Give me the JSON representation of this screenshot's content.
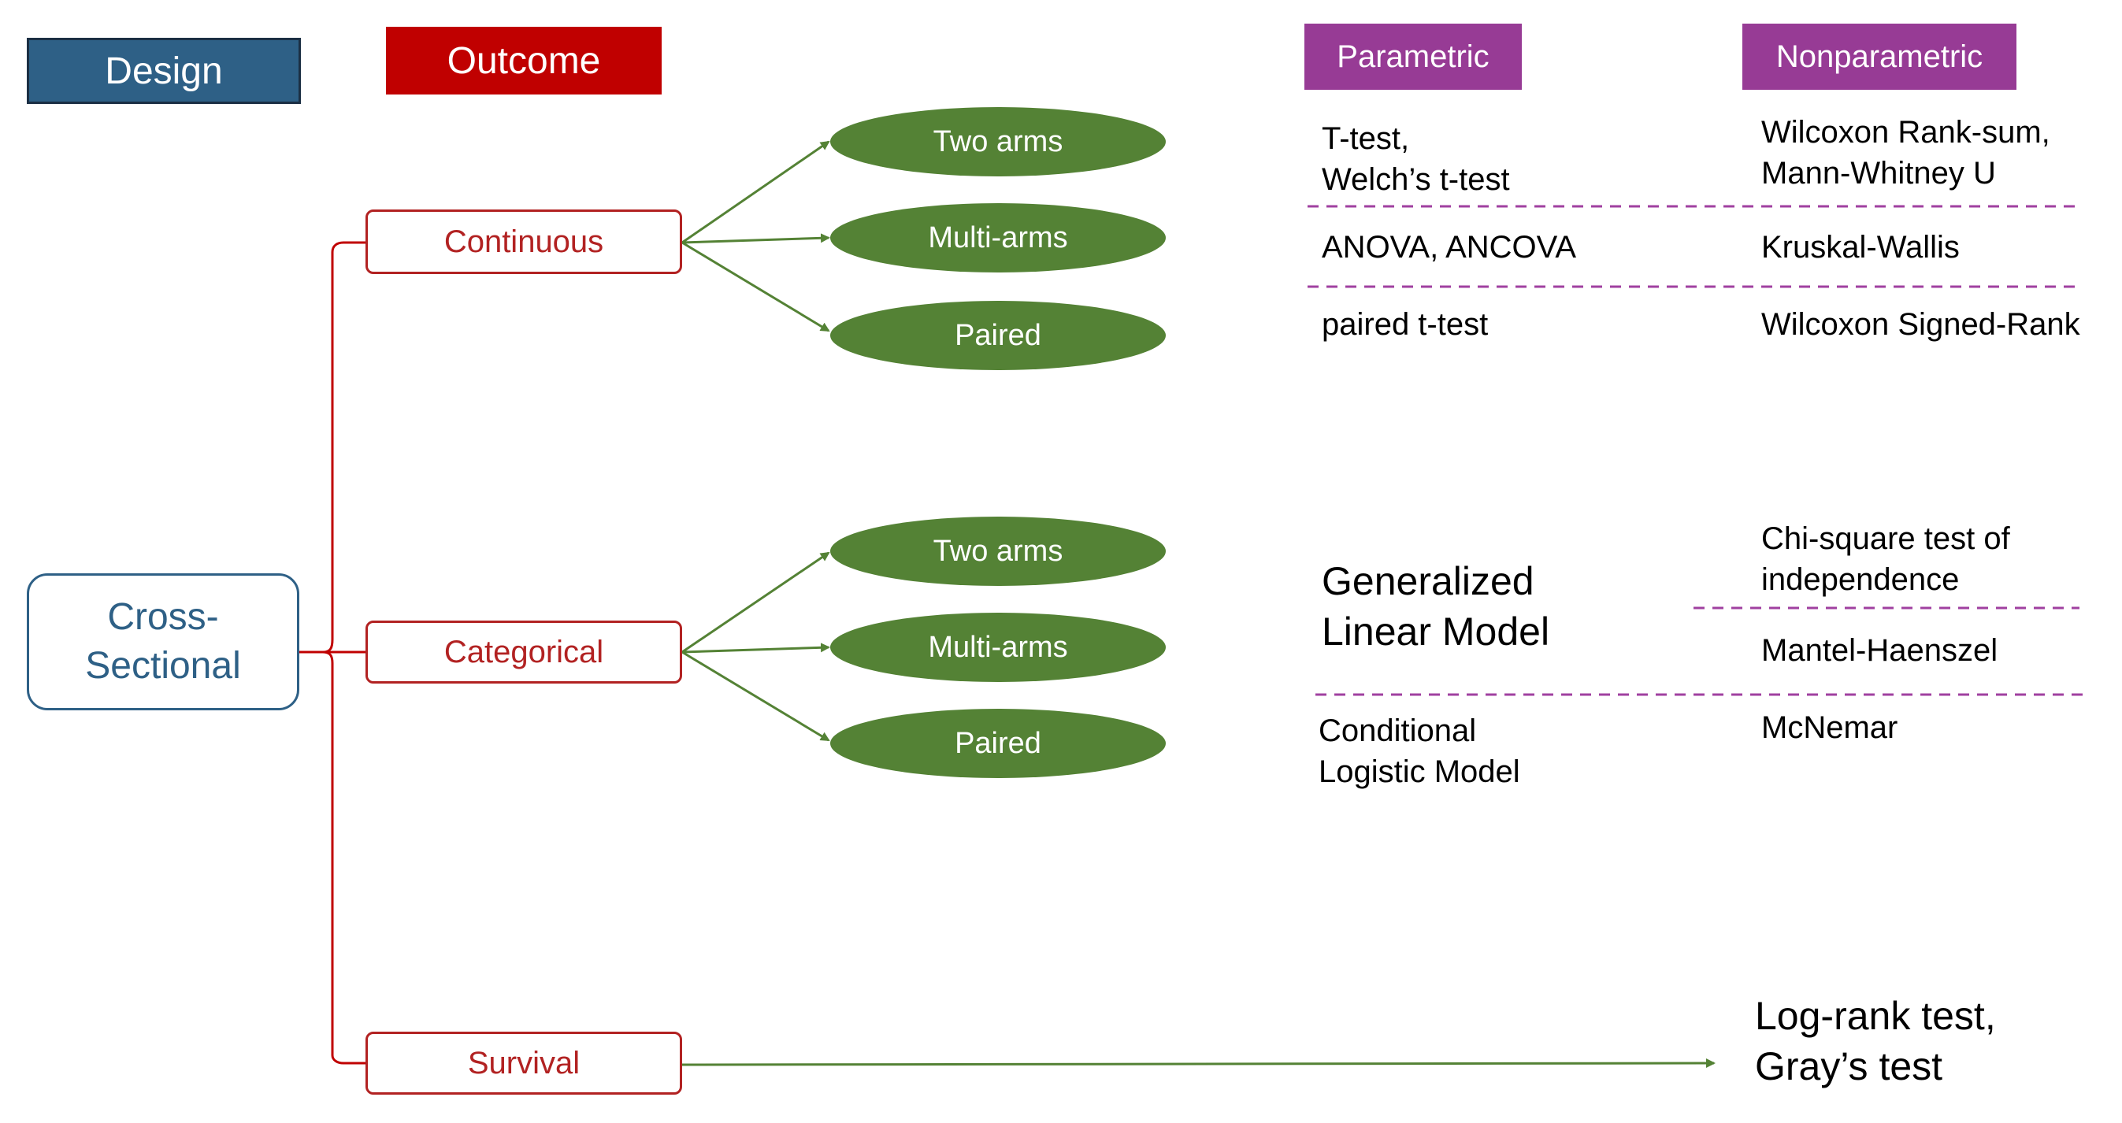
{
  "headers": {
    "design": "Design",
    "outcome": "Outcome",
    "parametric": "Parametric",
    "nonparametric": "Nonparametric"
  },
  "design": {
    "line1": "Cross-",
    "line2": "Sectional"
  },
  "outcomes": {
    "continuous": "Continuous",
    "categorical": "Categorical",
    "survival": "Survival"
  },
  "arms": {
    "continuous": [
      "Two arms",
      "Multi-arms",
      "Paired"
    ],
    "categorical": [
      "Two arms",
      "Multi-arms",
      "Paired"
    ]
  },
  "continuous_tests": {
    "parametric": {
      "two_arms": [
        "T-test,",
        "Welch’s t-test"
      ],
      "multi_arms": "ANOVA, ANCOVA",
      "paired": "paired t-test"
    },
    "nonparametric": {
      "two_arms": [
        "Wilcoxon Rank-sum,",
        "Mann-Whitney U"
      ],
      "multi_arms": "Kruskal-Wallis",
      "paired": "Wilcoxon Signed-Rank"
    }
  },
  "categorical_tests": {
    "parametric": {
      "glm": [
        "Generalized",
        "Linear Model"
      ],
      "paired": [
        "Conditional",
        "Logistic Model"
      ]
    },
    "nonparametric": {
      "two_arms": [
        "Chi-square test of",
        "independence"
      ],
      "multi_arms": "Mantel-Haenszel",
      "paired": "McNemar"
    }
  },
  "survival_tests": [
    "Log-rank test,",
    "Gray’s test"
  ],
  "colors": {
    "design_header": "#2E6086",
    "outcome_header": "#C00000",
    "method_header": "#973B95",
    "design_box": "#2E6086",
    "outcome_box": "#B22222",
    "arm_ellipse": "#548235",
    "arrow": "#548235",
    "dashed": "#A040A0"
  }
}
